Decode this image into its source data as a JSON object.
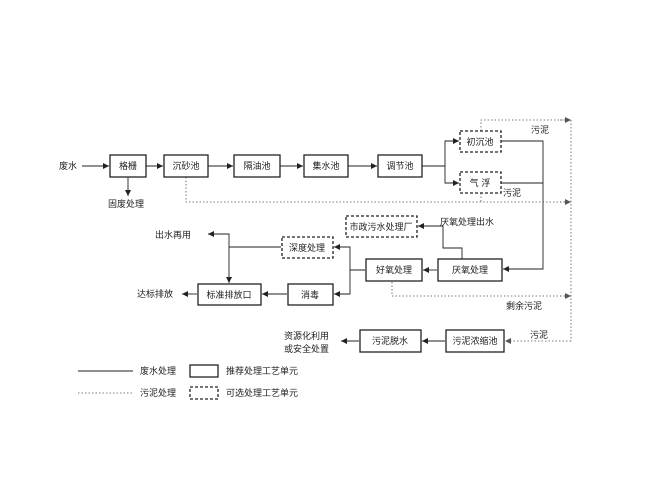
{
  "nodes": {
    "raw_water": "废水",
    "grille": "格栅",
    "grit_tank": "沉砂池",
    "oil_tank": "隔油池",
    "collect_tank": "集水池",
    "adjust_tank": "调节池",
    "primary_settle": "初沉池",
    "air_float": "气  浮",
    "solid_waste": "固废处理",
    "municipal_plant": "市政污水处理厂",
    "anaerobic": "厌氧处理",
    "anaerobic_outflow": "厌氧处理出水",
    "aerobic": "好氧处理",
    "advanced": "深度处理",
    "reuse": "出水再用",
    "disinfect": "消毒",
    "outlet": "标准排放口",
    "discharge": "达标排放",
    "sludge_top": "污泥",
    "sludge_mid": "污泥",
    "residual_sludge": "剩余污泥",
    "sludge_bottom": "污泥",
    "thicken": "污泥浓缩池",
    "dewater": "污泥脱水",
    "resource_line1": "资源化利用",
    "resource_line2": "或安全处置"
  },
  "legend": {
    "wastewater_line": "废水处理",
    "sludge_line": "污泥处理",
    "recommended_unit": "推荐处理工艺单元",
    "optional_unit": "可选处理工艺单元"
  }
}
